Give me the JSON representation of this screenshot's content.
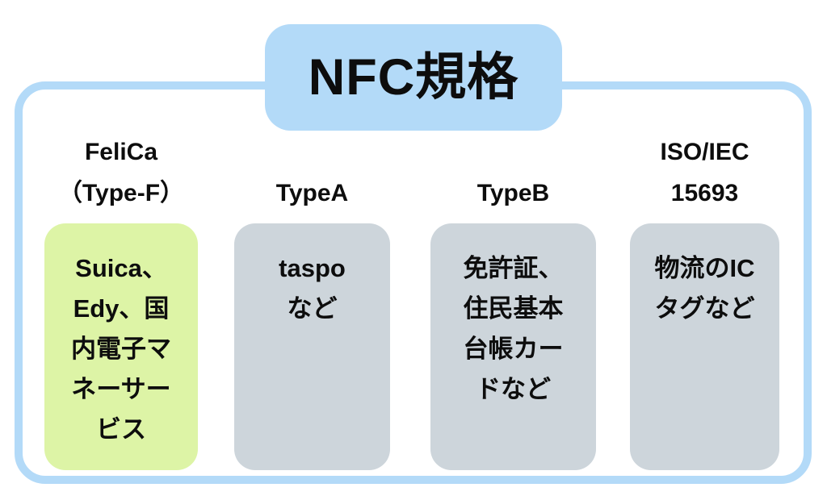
{
  "title": "NFC規格",
  "colors": {
    "accent_blue": "#b3daf8",
    "highlight_green": "#ddf4a6",
    "neutral_gray": "#cdd5db"
  },
  "columns": [
    {
      "id": "felica",
      "header": "FeliCa\n（Type-F）",
      "body": "Suica、\nEdy、国\n内電子マ\nネーサー\nビス",
      "highlight": true
    },
    {
      "id": "type-a",
      "header": "TypeA",
      "body": "taspo\nなど",
      "highlight": false
    },
    {
      "id": "type-b",
      "header": "TypeB",
      "body": "免許証、\n住民基本\n台帳カー\nドなど",
      "highlight": false
    },
    {
      "id": "iso-iec-15693",
      "header": "ISO/IEC\n15693",
      "body": "物流のIC\nタグなど",
      "highlight": false
    }
  ]
}
